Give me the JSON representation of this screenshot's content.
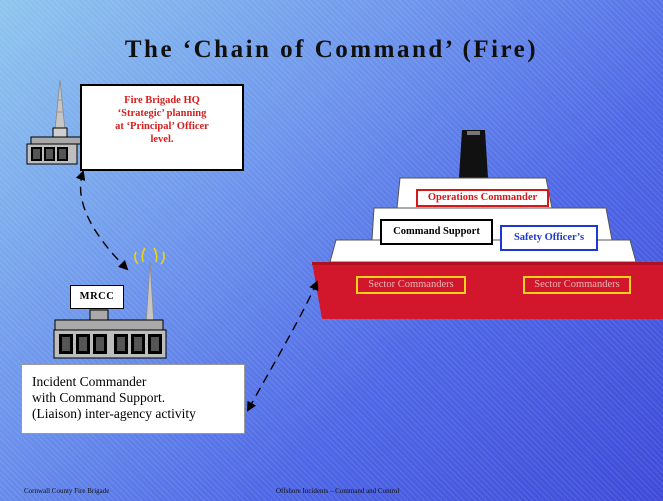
{
  "title": "The ‘Chain of Command’ (Fire)",
  "hq": {
    "text": "Fire Brigade HQ\n‘Strategic’ planning\nat ‘Principal’ Officer\nlevel."
  },
  "mrcc": {
    "label": "MRCC"
  },
  "incident_commander": {
    "text": "Incident Commander\nwith Command Support.\n(Liaison) inter-agency activity"
  },
  "ship": {
    "operations_commander": "Operations Commander",
    "command_support": "Command Support",
    "safety_officers": "Safety Officer’s",
    "sector_commanders": [
      "Sector Commanders",
      "Sector Commanders"
    ]
  },
  "footer": {
    "left": "Cornwall County Fire Brigade",
    "center": "Offshore Incidents – Command and Control"
  },
  "colors": {
    "accent_red": "#d7181b",
    "safety_blue": "#1e37d1",
    "sector_border_yellow": "#f2d21e",
    "hull_red": "#d2162b",
    "funnel_black": "#111111"
  },
  "icons": [
    "antenna-mast-icon",
    "hq-building-icon",
    "mrcc-building-icon",
    "radio-signal-icon",
    "ship-icon",
    "dashed-link-arrow-icon"
  ]
}
